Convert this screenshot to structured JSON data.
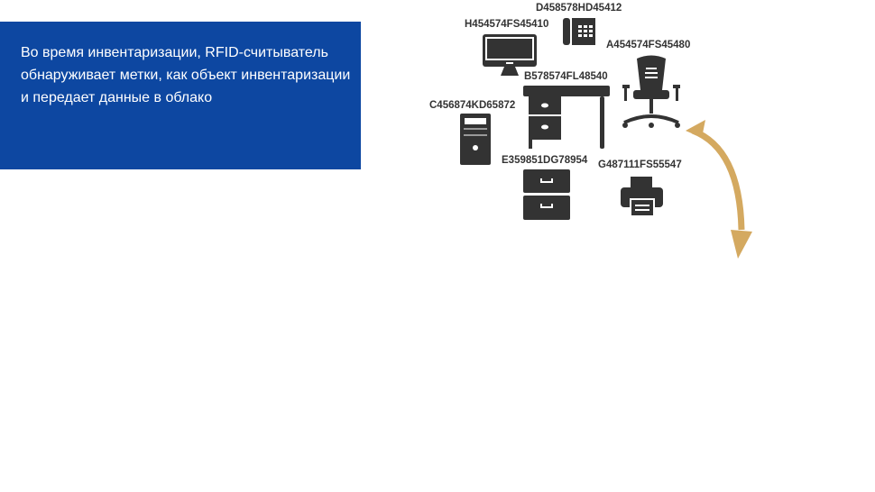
{
  "info_text": "Во время инвентаризации, RFID-считыватель обнаруживает метки, как объект инвентаризации и передает данные в облако",
  "items": [
    {
      "tag": "D458578HD45412",
      "icon": "phone-icon"
    },
    {
      "tag": "H454574FS45410",
      "icon": "monitor-icon"
    },
    {
      "tag": "A454574FS45480",
      "icon": "office-chair-icon"
    },
    {
      "tag": "B578574FL48540",
      "icon": "desk-icon"
    },
    {
      "tag": "C456874KD65872",
      "icon": "pc-tower-icon"
    },
    {
      "tag": "E359851DG78954",
      "icon": "filing-cabinet-icon"
    },
    {
      "tag": "G487111FS55547",
      "icon": "printer-icon"
    }
  ],
  "colors": {
    "panel": "#0d47a1",
    "arrow": "#d4a960",
    "icon": "#333333"
  }
}
